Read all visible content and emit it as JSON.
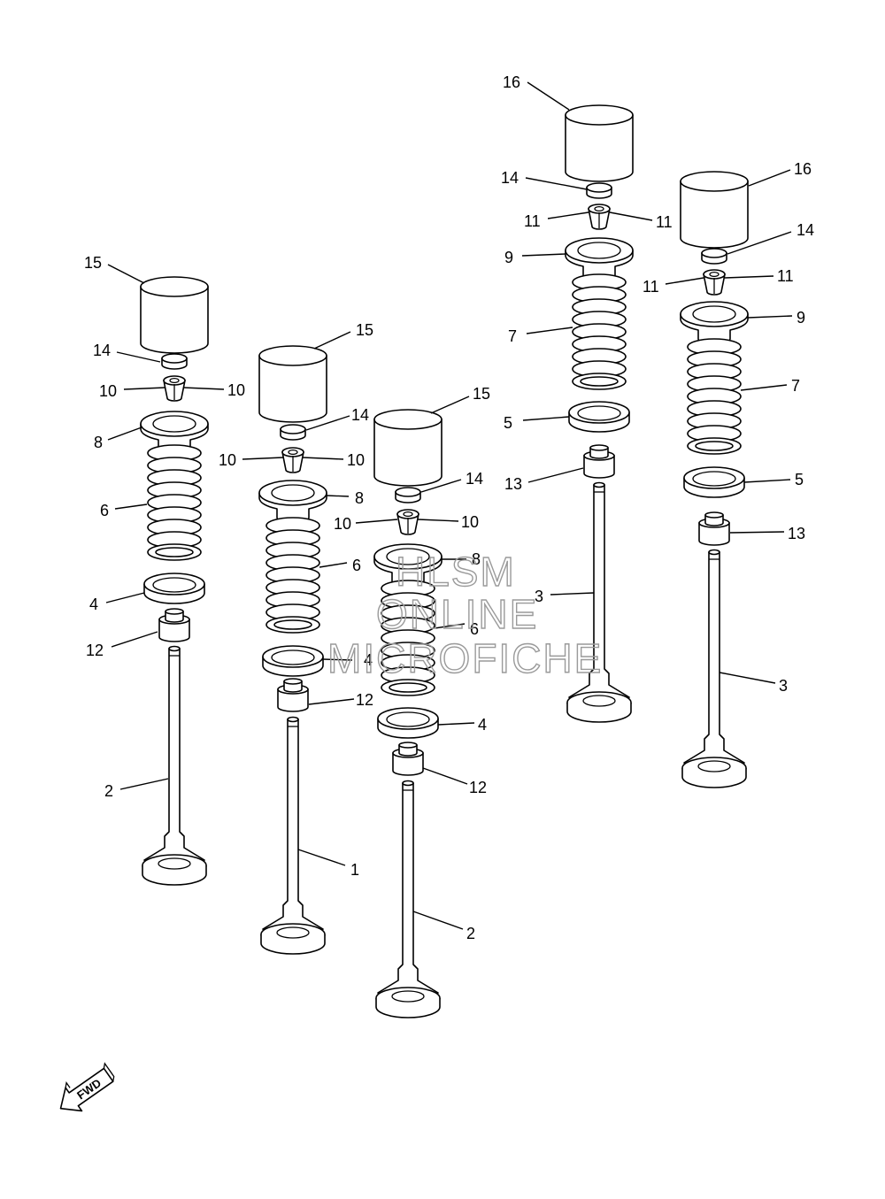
{
  "diagram": {
    "columns": [
      {
        "name": "left-intake-valve",
        "parts": {
          "lifter": "15",
          "shim": "14",
          "keeper": "10",
          "retainer": "8",
          "spring": "6",
          "seat": "4",
          "seal": "12",
          "valve": "2"
        }
      },
      {
        "name": "middle-intake-valve",
        "parts": {
          "lifter": "15",
          "shim": "14",
          "keeper": "10",
          "retainer": "8",
          "spring": "6",
          "seat": "4",
          "seal": "12",
          "valve": "1"
        }
      },
      {
        "name": "center-intake-valve",
        "parts": {
          "lifter": "15",
          "shim": "14",
          "keeper": "10",
          "retainer": "8",
          "spring": "6",
          "seat": "4",
          "seal": "12",
          "valve": "2"
        }
      },
      {
        "name": "right-exhaust-valve-a",
        "parts": {
          "lifter": "16",
          "shim": "14",
          "keeper": "11",
          "retainer": "9",
          "spring": "7",
          "seat": "5",
          "seal": "13",
          "valve": "3"
        }
      },
      {
        "name": "right-exhaust-valve-b",
        "parts": {
          "lifter": "16",
          "shim": "14",
          "keeper": "11",
          "retainer": "9",
          "spring": "7",
          "seat": "5",
          "seal": "13",
          "valve": "3"
        }
      }
    ],
    "callouts": {
      "c1": "15",
      "c2": "14",
      "c3": "10",
      "c4": "10",
      "c5": "8",
      "c6": "6",
      "c7": "4",
      "c8": "12",
      "c9": "2",
      "c10": "15",
      "c11": "14",
      "c12": "10",
      "c13": "10",
      "c14": "8",
      "c15": "6",
      "c16": "4",
      "c17": "12",
      "c18": "1",
      "c19": "15",
      "c20": "14",
      "c21": "10",
      "c22": "10",
      "c23": "8",
      "c24": "6",
      "c25": "4",
      "c26": "12",
      "c27": "2",
      "c28": "16",
      "c29": "14",
      "c30": "11",
      "c31": "11",
      "c32": "9",
      "c33": "7",
      "c34": "5",
      "c35": "13",
      "c36": "3",
      "c37": "16",
      "c38": "14",
      "c39": "11",
      "c40": "11",
      "c41": "9",
      "c42": "7",
      "c43": "5",
      "c44": "13",
      "c45": "3"
    },
    "fwd_label": "FWD",
    "watermark": {
      "line1": "HLSM",
      "line2": "ONLINE",
      "line3": "MICROFICHE"
    },
    "colors": {
      "line": "#000000",
      "background": "#ffffff",
      "watermark": "#9a9a9a"
    }
  }
}
